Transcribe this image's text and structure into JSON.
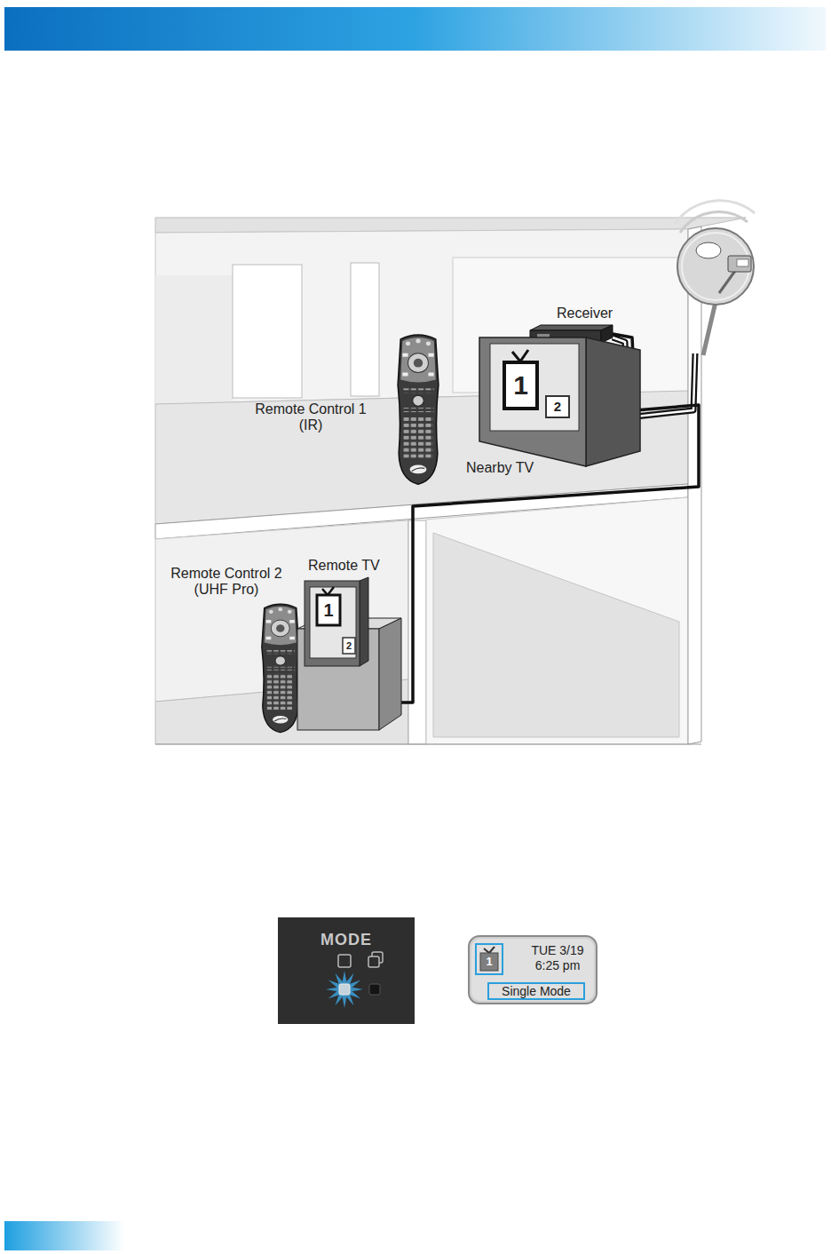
{
  "diagram": {
    "nodes": [
      {
        "text": [
          "Receiver"
        ]
      },
      {
        "text": [
          "1",
          "2",
          "Nearby TV"
        ]
      },
      {
        "text": [
          "Remote TV",
          "1",
          "2"
        ]
      },
      {
        "text": [
          "MODE"
        ]
      },
      {
        "text": [
          "1",
          "TUE 3/19 6:25 pm",
          "Single Mode"
        ]
      }
    ],
    "edges": [
      {
        "from": 0,
        "to": 2,
        "arrow": "none"
      }
    ],
    "labels": [
      "Remote Control 1 (IR)",
      "Remote Control 2 (UHF Pro)"
    ]
  }
}
